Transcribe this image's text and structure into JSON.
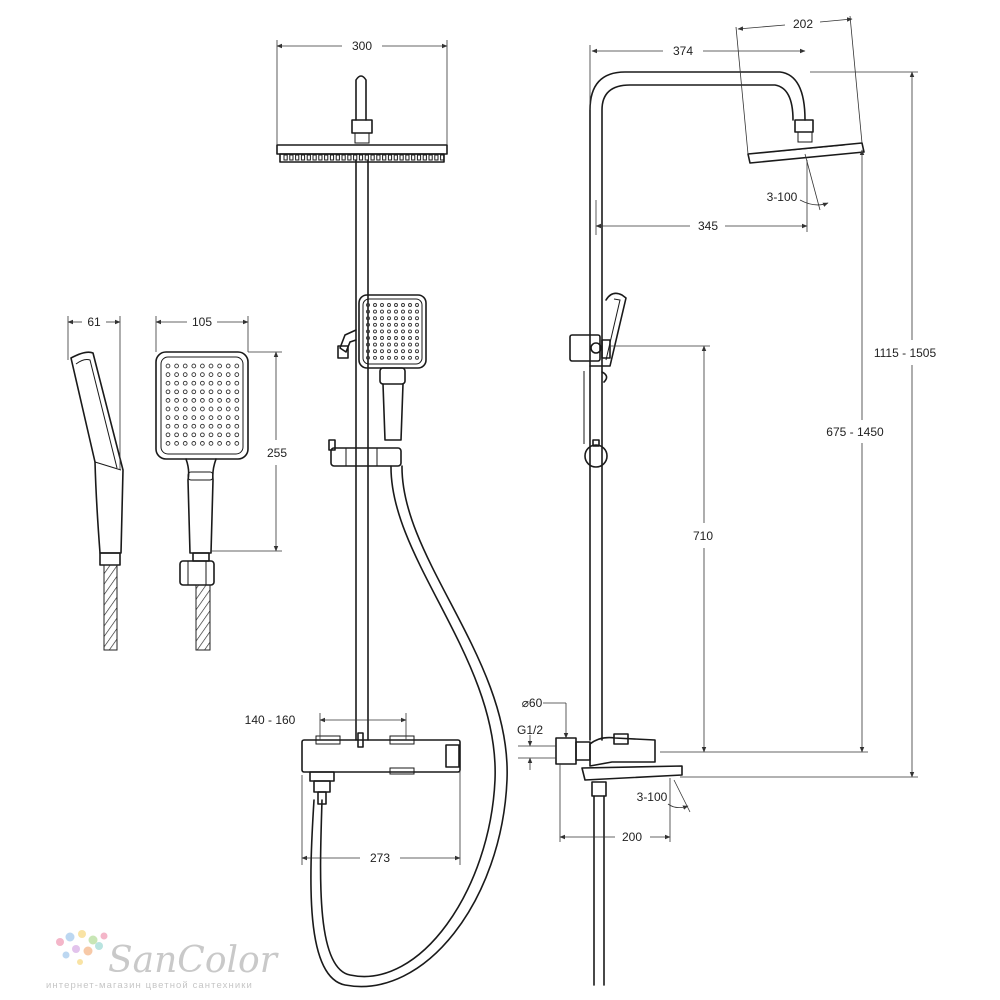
{
  "dimensions": {
    "top_width": "300",
    "rear_width": "374",
    "head_depth": "202",
    "arm_reach": "345",
    "head_tilt": "3-100",
    "total_height": "1115 - 1505",
    "adjust_height": "675 - 1450",
    "rail_length": "710",
    "handshower_depth": "61",
    "handshower_width": "105",
    "handshower_height": "255",
    "mixer_spacing": "140 - 160",
    "mixer_length": "273",
    "pipe_diameter": "⌀60",
    "thread": "G1/2",
    "spout_tilt": "3-100",
    "spout_reach": "200"
  },
  "logo": {
    "name": "SanColor",
    "tagline": "интернет-магазин цветной сантехники",
    "dot_colors": [
      "#f4b6c9",
      "#bcd7f1",
      "#f9e3a4",
      "#c8e6b5",
      "#e2c3ec",
      "#f7c9a7",
      "#b9e4e0"
    ]
  }
}
